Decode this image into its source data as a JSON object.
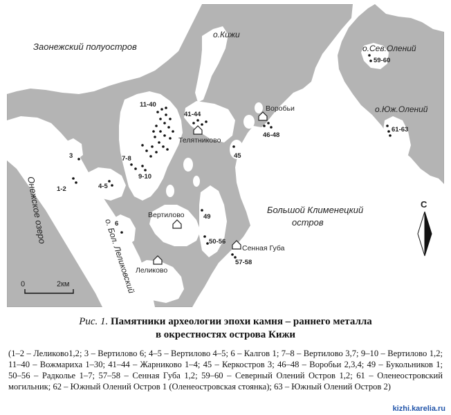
{
  "map": {
    "regions": {
      "zaonezhsky": "Заонежский полуостров",
      "kizhi": "о.Кижи",
      "sev_oleniy": "о.Сев.Олений",
      "yuzh_oleniy": "о.Юж.Олений",
      "onezhskoe_ozero": "Онежское озеро",
      "bol_klimenetsky_1": "Большой Клименецкий",
      "bol_klimenetsky_2": "остров",
      "bol_lelikovsky": "о. Бол. Леликовский"
    },
    "villages": {
      "vorobi": "Воробьи",
      "telyatnikovo": "Телятниково",
      "vertilovo": "Вертилово",
      "sennaya_guba": "Сенная Губа",
      "lelikovo": "Леликово"
    },
    "site_labels": {
      "s1_2": "1-2",
      "s3": "3",
      "s4_5": "4-5",
      "s6": "6",
      "s7_8": "7-8",
      "s9_10": "9-10",
      "s11_40": "11-40",
      "s41_44": "41-44",
      "s45": "45",
      "s46_48": "46-48",
      "s49": "49",
      "s50_56": "50-56",
      "s57_58": "57-58",
      "s59_60": "59-60",
      "s61_63": "61-63"
    },
    "north_arrow": "С",
    "scale": {
      "start": "0",
      "end": "2км"
    }
  },
  "caption": {
    "prefix": "Рис. 1.",
    "title_line1": "Памятники археологии эпохи камня – раннего металла",
    "title_line2": "в окрестностях острова Кижи",
    "legend": "(1–2 – Леликово1,2; 3 – Вертилово 6; 4–5 – Вертилово 4–5; 6 – Калгов 1; 7–8 – Вертилово 3,7; 9–10 – Вертилово 1,2; 11–40 – Вожмариха 1–30; 41–44 – Жарниково 1–4; 45 – Керкостров 3; 46–48 – Воробьи 2,3,4; 49 – Букольников 1; 50–56 – Радколье 1–7; 57–58 – Сенная Губа 1,2; 59–60 – Северный Олений Остров 1,2; 61 – Оленеостровский могильник; 62 – Южный Олений Остров 1 (Оленеостровская стоянка); 63 – Южный Олений Остров 2)"
  },
  "watermark": "kizhi.karelia.ru",
  "colors": {
    "land": "#ffffff",
    "water": "#b4b4b4",
    "border": "#9a9a9a",
    "text": "#222222"
  }
}
